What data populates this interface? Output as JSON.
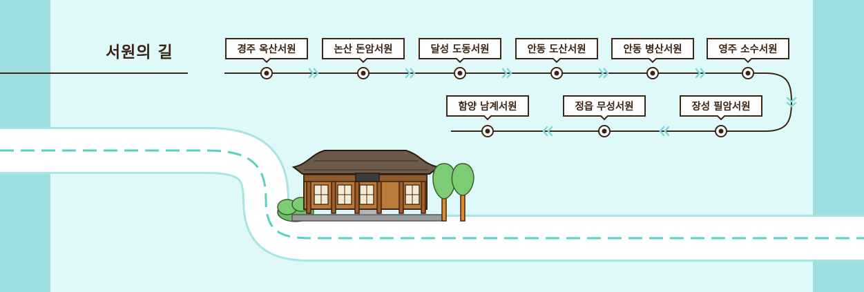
{
  "title": "서원의 길",
  "colors": {
    "background": "#dff9fb",
    "side_band": "#9ee0e2",
    "line": "#3b2414",
    "label_fill": "#ffffff",
    "chevron": "#7fd7d8",
    "road": "#ffffff",
    "road_dash": "#58d1c2",
    "road_edge": "#a8e4e4"
  },
  "route": {
    "row1": [
      "경주 옥산서원",
      "논산 돈암서원",
      "달성 도동서원",
      "안동 도산서원",
      "안동 병산서원",
      "영주 소수서원"
    ],
    "row2": [
      "장성 필암서원",
      "정읍 무성서원",
      "함양 남계서원"
    ]
  },
  "icons": {
    "stop": "target-circle-icon",
    "direction": "double-chevron-icon",
    "building": "hanok-seowon-illustration",
    "trees": "tree-icon"
  }
}
